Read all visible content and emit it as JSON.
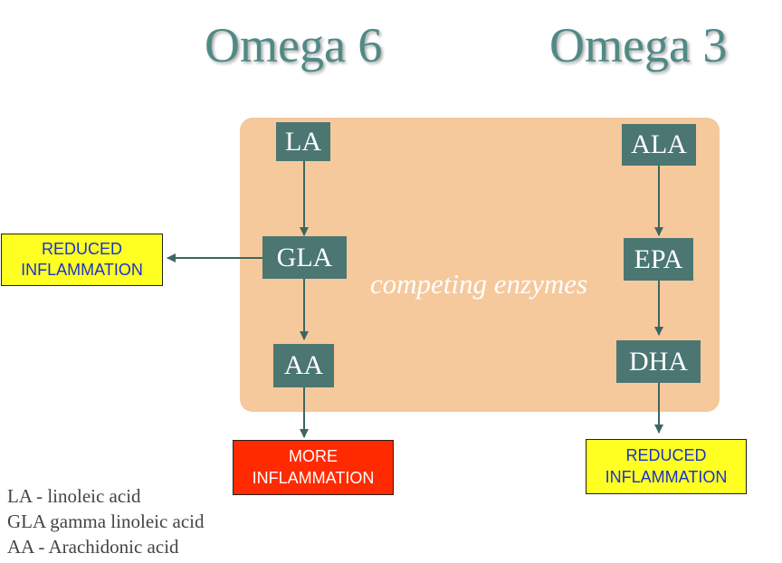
{
  "headings": {
    "omega6": "Omega 6",
    "omega3": "Omega 3"
  },
  "nodes": {
    "la": "LA",
    "gla": "GLA",
    "aa": "AA",
    "ala": "ALA",
    "epa": "EPA",
    "dha": "DHA"
  },
  "panel_label": "competing enzymes",
  "outcomes": {
    "reduced_left": [
      "REDUCED",
      "INFLAMMATION"
    ],
    "more": [
      "MORE",
      "INFLAMMATION"
    ],
    "reduced_right": [
      "REDUCED",
      "INFLAMMATION"
    ]
  },
  "legend": [
    "LA - linoleic acid",
    "GLA gamma linoleic acid",
    "AA - Arachidonic acid"
  ],
  "colors": {
    "heading": "#4f8a86",
    "panel": "#f5c99b",
    "node": "#4b7672",
    "arrow": "#3d6662",
    "reduced_box": "#ffff22",
    "reduced_text": "#1a33cc",
    "more_box": "#ff2a00"
  }
}
